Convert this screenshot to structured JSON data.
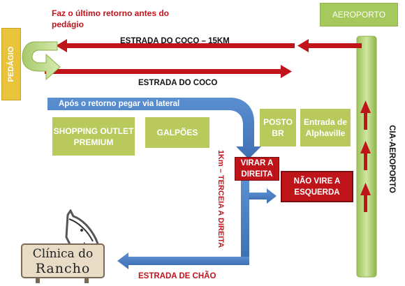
{
  "note": "Faz o último retorno antes do pedágio",
  "aeroporto": "AEROPORTO",
  "pedagio": "PEDÁGIO",
  "cia_aeroporto": "CIA-AEROPORTO",
  "road_top": "ESTRADA DO COCO – 15KM",
  "road_second": "ESTRADA DO COCO",
  "via_lateral": "Após o retorno pegar via lateral",
  "shopping": "SHOPPING OUTLET PREMIUM",
  "galpoes": "GALPÕES",
  "posto": "POSTO BR",
  "alphaville": "Entrada de Alphaville",
  "virar": "VIRAR A DIREITA",
  "nao_vire": "NÃO VIRE A ESQUERDA",
  "terceira": "1Km – TERCEIA A DIREITA",
  "estrada_chao": "ESTRADA DE CHÃO",
  "logo": {
    "line1": "Clínica do",
    "line2": "Rancho"
  },
  "colors": {
    "green": "#b9c95c",
    "dark_green": "#7aa63d",
    "red": "#c0141b",
    "blue": "#4a7fc1"
  }
}
